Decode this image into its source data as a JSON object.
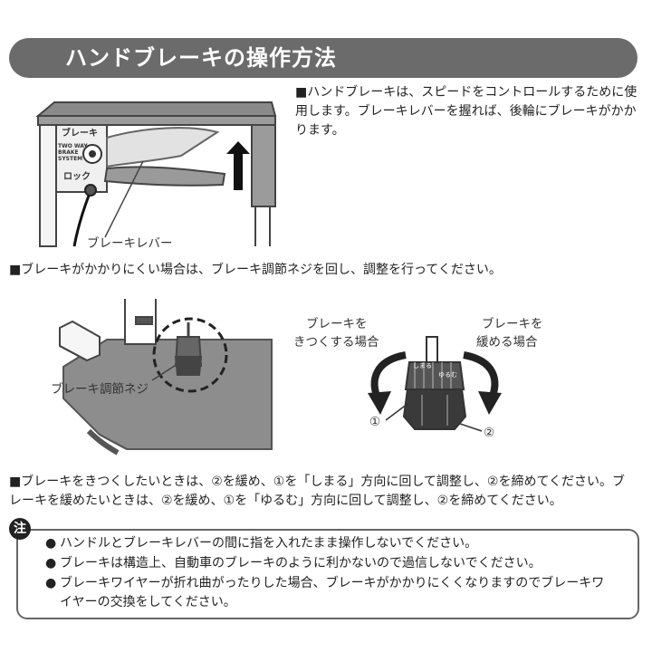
{
  "title": "ハンドブレーキの操作方法",
  "intro": {
    "marker": "■",
    "text": "ハンドブレーキは、スピードをコントロールするために使用します。ブレーキレバーを握れば、後輪にブレーキがかかります。"
  },
  "fig1": {
    "label_brake": "ブレーキ",
    "label_lock": "ロック",
    "label_system": [
      "TWO WAY",
      "BRAKE",
      "SYSTEM"
    ],
    "caption": "ブレーキレバー"
  },
  "adjust_intro": "ブレーキがかかりにくい場合は、ブレーキ調節ネジを回し、調整を行ってください。",
  "fig2": {
    "caption": "ブレーキ調節ネジ",
    "tighten": [
      "ブレーキを",
      "きつくする場合"
    ],
    "loosen": [
      "ブレーキを",
      "緩める場合"
    ],
    "knob_marks": [
      "しまる",
      "ゆるむ"
    ],
    "num1": "①",
    "num2": "②"
  },
  "adjust_detail": [
    "ブレーキをきつくしたいときは、②を緩め、①を「しまる」方向に回して調整し、②を締めてください。ブ",
    "レーキを緩めたいときは、②を緩め、①を「ゆるむ」方向に回して調整し、②を締めてください。"
  ],
  "note": {
    "badge": "注",
    "items": [
      "ハンドルとブレーキレバーの間に指を入れたまま操作しないでください。",
      "ブレーキは構造上、自動車のブレーキのように利かないので過信しないでください。",
      "ブレーキワイヤーが折れ曲がったりした場合、ブレーキがかかりにくくなりますのでブレーキワ",
      "イヤーの交換をしてください。"
    ]
  }
}
